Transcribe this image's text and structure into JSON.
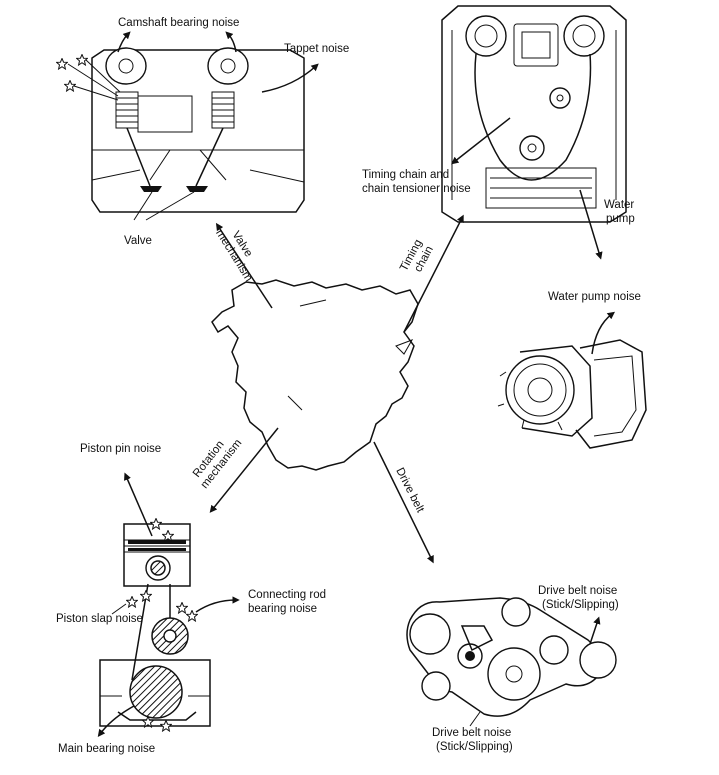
{
  "labels": {
    "camshaft_bearing_noise": "Camshaft bearing noise",
    "tappet_noise": "Tappet noise",
    "valve": "Valve",
    "valve_mechanism_1": "Valve",
    "valve_mechanism_2": "mechanism",
    "timing_chain_noise_1": "Timing chain and",
    "timing_chain_noise_2": "chain tensioner noise",
    "timing_chain_1": "Timing",
    "timing_chain_2": "chain",
    "water_pump_1": "Water",
    "water_pump_2": "pump",
    "water_pump_noise": "Water pump noise",
    "piston_pin_noise": "Piston pin noise",
    "rotation_mechanism_1": "Rotation",
    "rotation_mechanism_2": "mechanism",
    "drive_belt": "Drive belt",
    "piston_slap_noise": "Piston slap noise",
    "connecting_rod_noise_1": "Connecting rod",
    "connecting_rod_noise_2": "bearing noise",
    "drive_belt_noise_a_1": "Drive belt noise",
    "drive_belt_noise_a_2": "(Stick/Slipping)",
    "drive_belt_noise_b_1": "Drive belt noise",
    "drive_belt_noise_b_2": "(Stick/Slipping)",
    "main_bearing_noise": "Main bearing noise"
  },
  "icons": {
    "noise": "star-outline-icon",
    "direction": "arrow-icon"
  },
  "colors": {
    "ink": "#111111",
    "paper": "#ffffff"
  }
}
